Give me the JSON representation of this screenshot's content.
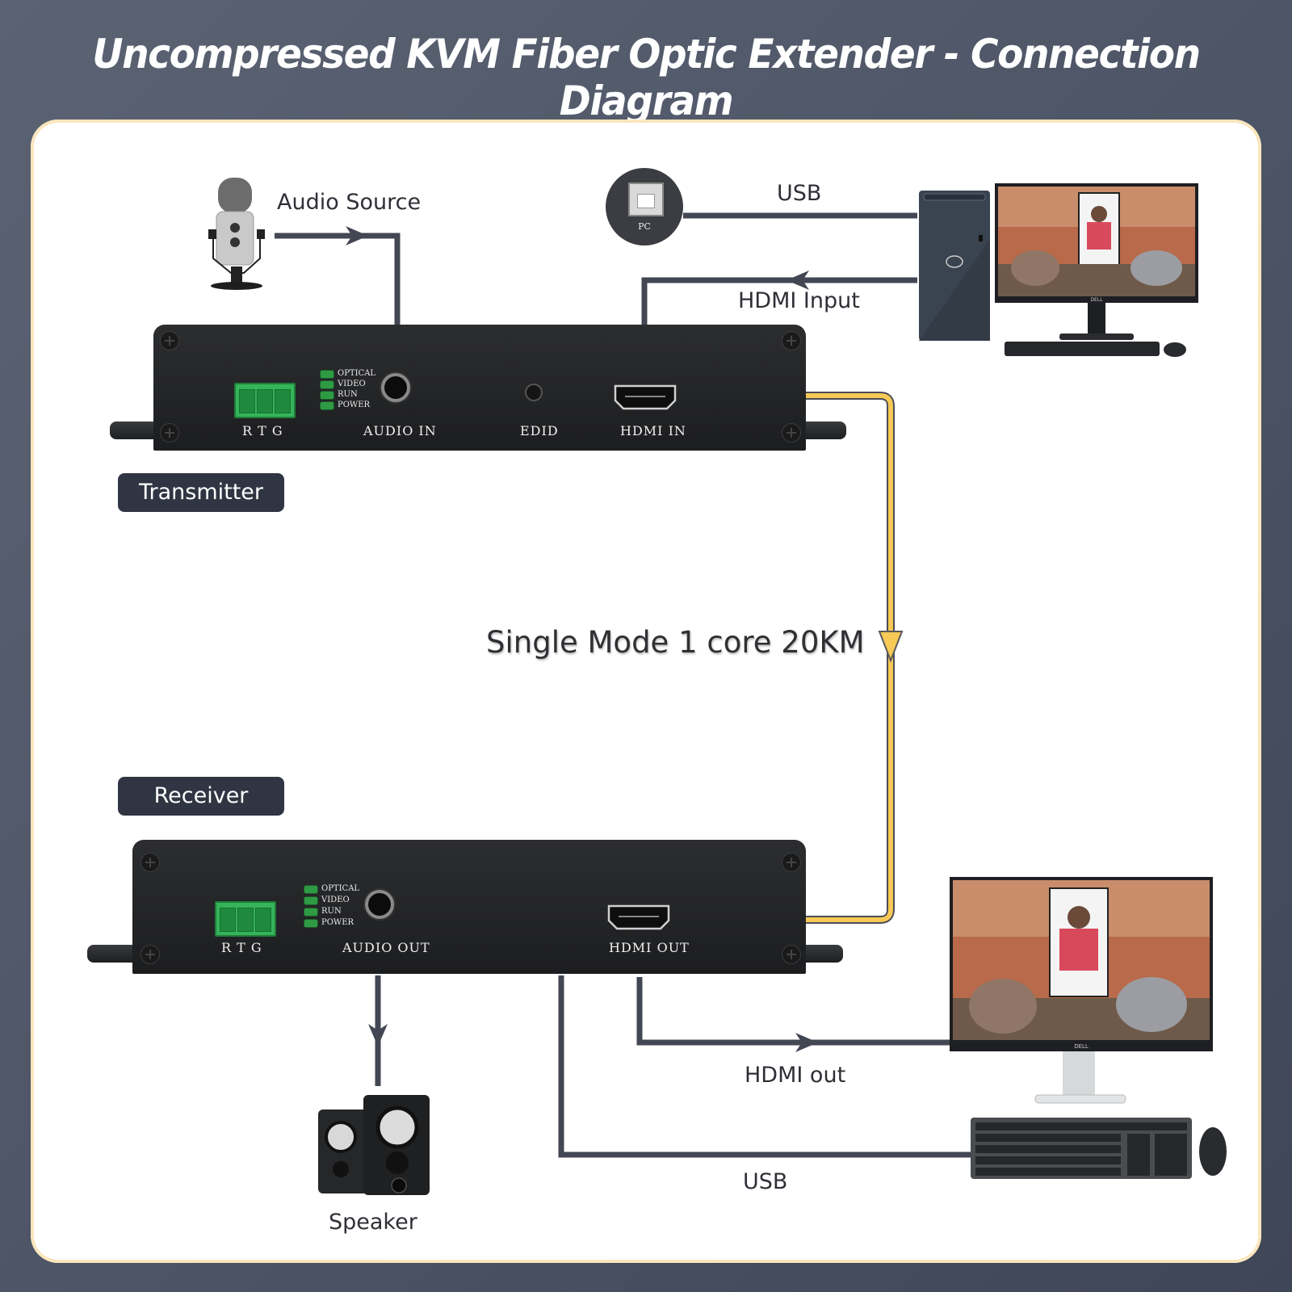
{
  "title": "Uncompressed KVM Fiber Optic Extender - Connection Diagram",
  "colors": {
    "background": "#4f5768",
    "panel": "#ffffff",
    "panel_border": "#fbe6bd",
    "line": "#434653",
    "fiber": "#f7c956",
    "tag_bg": "#2f3542",
    "chassis": "#242527",
    "terminal": "#35b45a"
  },
  "labels": {
    "audio_source": "Audio Source",
    "usb_top": "USB",
    "hdmi_input": "HDMI Input",
    "fiber": "Single Mode 1 core 20KM",
    "hdmi_out": "HDMI out",
    "usb_bottom": "USB",
    "speaker": "Speaker"
  },
  "usb_port_badge": {
    "text": "PC",
    "icon": "usb-b-port-icon"
  },
  "transmitter": {
    "tag": "Transmitter",
    "terminal_label": "R T G",
    "leds": [
      "OPTICAL",
      "VIDEO",
      "RUN",
      "POWER"
    ],
    "audio_port": "AUDIO IN",
    "edid": "EDID",
    "hdmi_port": "HDMI IN"
  },
  "receiver": {
    "tag": "Receiver",
    "terminal_label": "R T G",
    "leds": [
      "OPTICAL",
      "VIDEO",
      "RUN",
      "POWER"
    ],
    "audio_port": "AUDIO OUT",
    "hdmi_port": "HDMI OUT"
  },
  "devices": {
    "microphone": "microphone-icon",
    "pc_tower": "desktop-pc-icon",
    "monitor_top": "monitor-icon",
    "monitor_bottom": "monitor-icon",
    "speaker": "speaker-icon",
    "keyboard_mouse": "keyboard-mouse-icon",
    "brand_monitor": "DELL"
  }
}
